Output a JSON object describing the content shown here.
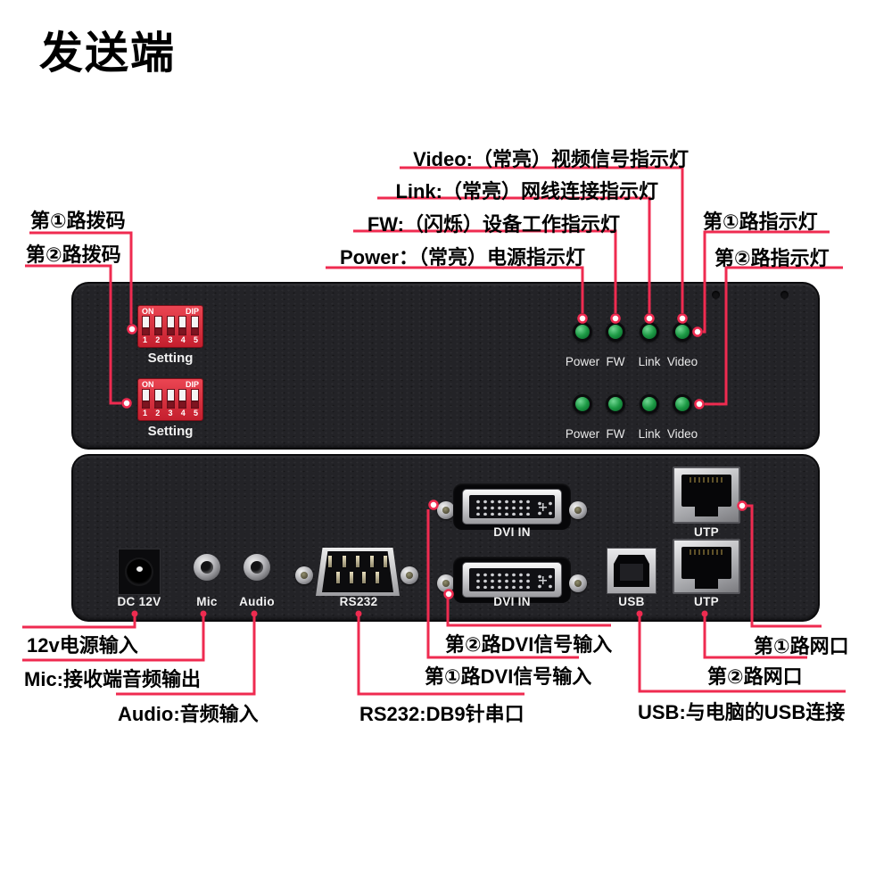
{
  "title": "发送端",
  "colors": {
    "callout_line": "#ef2b50",
    "dip_red": "#d8303f",
    "led_green": "#1d9a45",
    "panel": "#232327"
  },
  "callouts": {
    "video": "Video:（常亮）视频信号指示灯",
    "link": "Link:（常亮）网线连接指示灯",
    "fw": "FW:（闪烁）设备工作指示灯",
    "power": "Power：（常亮）电源指示灯",
    "dip1": "第①路拨码",
    "dip2": "第②路拨码",
    "led1": "第①路指示灯",
    "led2": "第②路指示灯",
    "power12v": "12v电源输入",
    "mic": "Mic:接收端音频输出",
    "audio": "Audio:音频输入",
    "rs232": "RS232:DB9针串口",
    "dvi2": "第②路DVI信号输入",
    "dvi1": "第①路DVI信号输入",
    "net1": "第①路网口",
    "net2": "第②路网口",
    "usb": "USB:与电脑的USB连接"
  },
  "front_panel": {
    "dip": {
      "on": "ON",
      "dip": "DIP",
      "numbers": [
        "1",
        "2",
        "3",
        "4",
        "5"
      ],
      "setting": "Setting"
    },
    "led_labels": [
      "Power",
      "FW",
      "Link",
      "Video"
    ]
  },
  "rear_panel": {
    "labels": {
      "dc": "DC 12V",
      "mic": "Mic",
      "audio": "Audio",
      "rs232": "RS232",
      "dvi": "DVI IN",
      "usb": "USB",
      "utp": "UTP"
    }
  }
}
